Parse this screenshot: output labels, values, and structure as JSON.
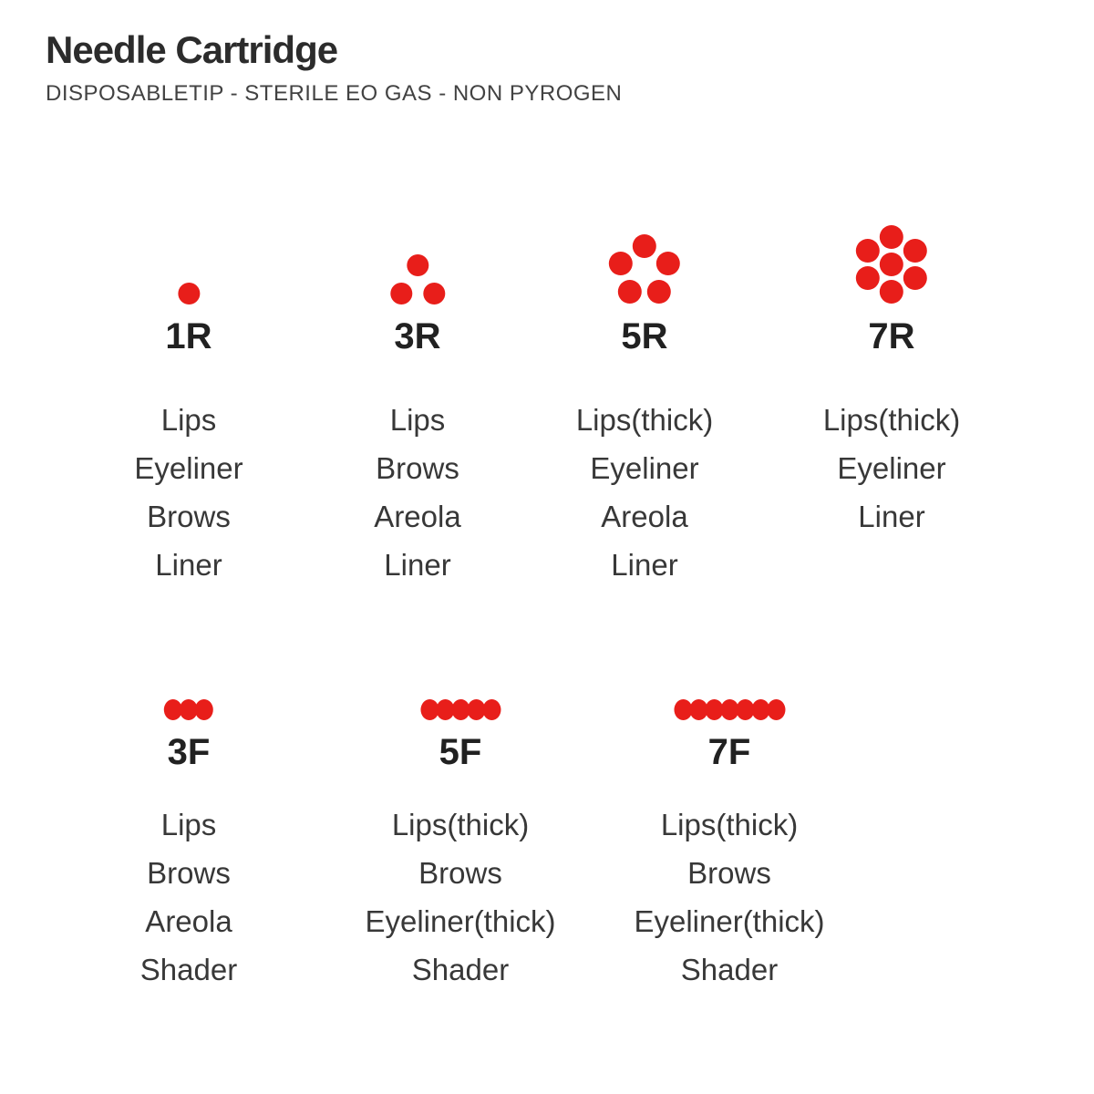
{
  "header": {
    "title": "Needle Cartridge",
    "subtitle": "DISPOSABLETIP - STERILE EO GAS - NON PYROGEN"
  },
  "colors": {
    "needle_dot_red": "#e81e1a",
    "heading_text": "#2c2c2c",
    "body_text": "#383838"
  },
  "cartridges": {
    "round_row": [
      {
        "code": "1R",
        "needles": 1,
        "arrangement": "round",
        "uses": [
          "Lips",
          "Eyeliner",
          "Brows",
          "Liner"
        ]
      },
      {
        "code": "3R",
        "needles": 3,
        "arrangement": "round",
        "uses": [
          "Lips",
          "Brows",
          "Areola",
          "Liner"
        ]
      },
      {
        "code": "5R",
        "needles": 5,
        "arrangement": "round",
        "uses": [
          "Lips(thick)",
          "Eyeliner",
          "Areola",
          "Liner"
        ]
      },
      {
        "code": "7R",
        "needles": 7,
        "arrangement": "round",
        "uses": [
          "Lips(thick)",
          "Eyeliner",
          "Liner"
        ]
      }
    ],
    "flat_row": [
      {
        "code": "3F",
        "needles": 3,
        "arrangement": "flat",
        "uses": [
          "Lips",
          "Brows",
          "Areola",
          "Shader"
        ]
      },
      {
        "code": "5F",
        "needles": 5,
        "arrangement": "flat",
        "uses": [
          "Lips(thick)",
          "Brows",
          "Eyeliner(thick)",
          "Shader"
        ]
      },
      {
        "code": "7F",
        "needles": 7,
        "arrangement": "flat",
        "uses": [
          "Lips(thick)",
          "Brows",
          "Eyeliner(thick)",
          "Shader"
        ]
      }
    ]
  }
}
